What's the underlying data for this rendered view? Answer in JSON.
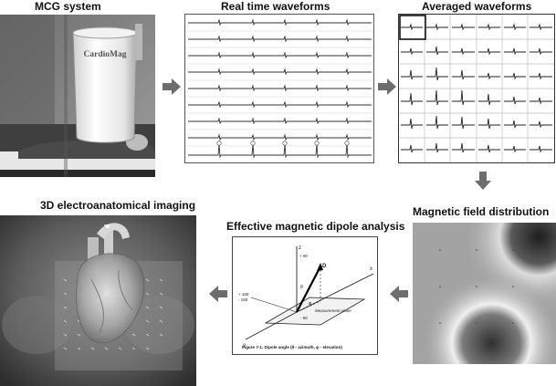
{
  "titles": {
    "mcg_system": "MCG system",
    "real_time": "Real time waveforms",
    "averaged": "Averaged waveforms",
    "magnetic_field": "Magnetic field distribution",
    "dipole": "Effective magnetic dipole analysis",
    "imaging_3d": "3D electroanatomical imaging"
  },
  "device": {
    "brand": "CardioMag"
  },
  "dipole_figure": {
    "axis_z": "z",
    "axis_x": "x",
    "axis_y": "y",
    "label_d": "D",
    "label_theta": "θ",
    "label_phi": "φ",
    "plus_90": "+ 90",
    "minus_90": "- 90",
    "plus_180": "+ 180",
    "minus_180": "- 180",
    "plane": "Measurement plane",
    "caption": "Figure 7-1. Dipole angle (θ - azimuth, φ - elevation)"
  },
  "icons": {
    "flow_arrows": "right-arrow / down-arrow / left-arrow"
  },
  "colors": {
    "arrow": "#6d6d6d",
    "panel_border": "#333333"
  }
}
